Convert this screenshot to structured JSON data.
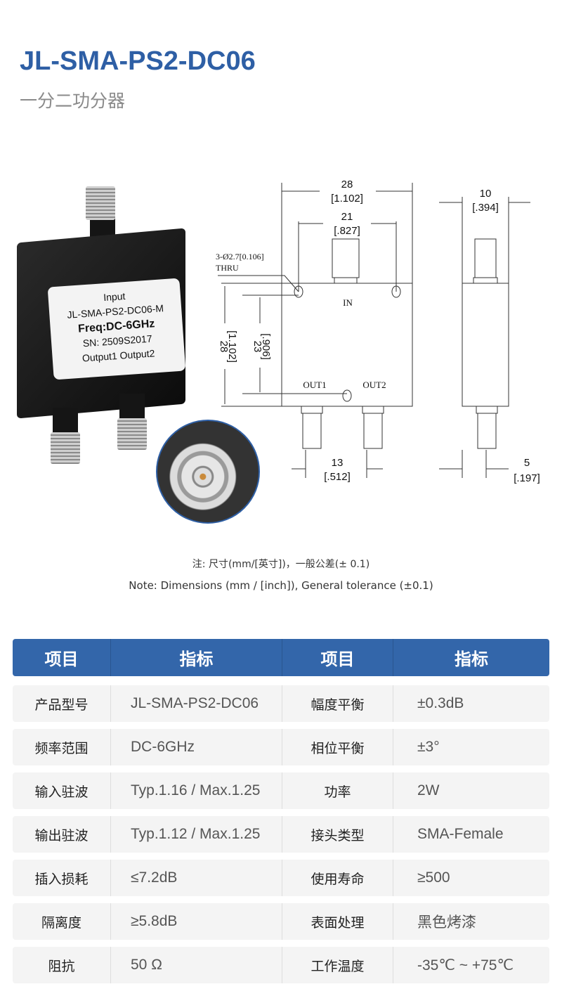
{
  "header": {
    "title": "JL-SMA-PS2-DC06",
    "subtitle": "一分二功分器"
  },
  "product_label": {
    "line1": "Input",
    "line2": "JL-SMA-PS2-DC06-M",
    "line3": "Freq:DC-6GHz",
    "line4": "SN: 2509S2017",
    "line5": "Output1  Output2"
  },
  "drawing": {
    "width_mm": "28",
    "width_in": "[1.102]",
    "hole_span_mm": "21",
    "hole_span_in": "[.827]",
    "hole_note1": "3-Ø2.7[0.106]",
    "hole_note2": "THRU",
    "height_mm": "28",
    "height_in": "[1.102]",
    "hole_v_mm": "23",
    "hole_v_in": "[.906]",
    "in_label": "IN",
    "out1_label": "OUT1",
    "out2_label": "OUT2",
    "out_span_mm": "13",
    "out_span_in": "[.512]",
    "depth_mm": "10",
    "depth_in": "[.394]",
    "side_offset_mm": "5",
    "side_offset_in": "[.197]"
  },
  "notes": {
    "cn": "注: 尺寸(mm/[英寸])，一般公差(± 0.1)",
    "en": "Note: Dimensions (mm / [inch]), General tolerance (±0.1)"
  },
  "table": {
    "headers": [
      "项目",
      "指标",
      "项目",
      "指标"
    ],
    "rows": [
      [
        "产品型号",
        "JL-SMA-PS2-DC06",
        "幅度平衡",
        "±0.3dB"
      ],
      [
        "频率范围",
        "DC-6GHz",
        "相位平衡",
        "±3°"
      ],
      [
        "输入驻波",
        "Typ.1.16 / Max.1.25",
        "功率",
        "2W"
      ],
      [
        "输出驻波",
        "Typ.1.12 / Max.1.25",
        "接头类型",
        "SMA-Female"
      ],
      [
        "插入损耗",
        "≤7.2dB",
        "使用寿命",
        "≥500"
      ],
      [
        "隔离度",
        "≥5.8dB",
        "表面处理",
        "黑色烤漆"
      ],
      [
        "阻抗",
        "50 Ω",
        "工作温度",
        "-35℃ ~ +75℃"
      ]
    ]
  },
  "colors": {
    "accent": "#3366aa",
    "title": "#2e5fa5"
  }
}
